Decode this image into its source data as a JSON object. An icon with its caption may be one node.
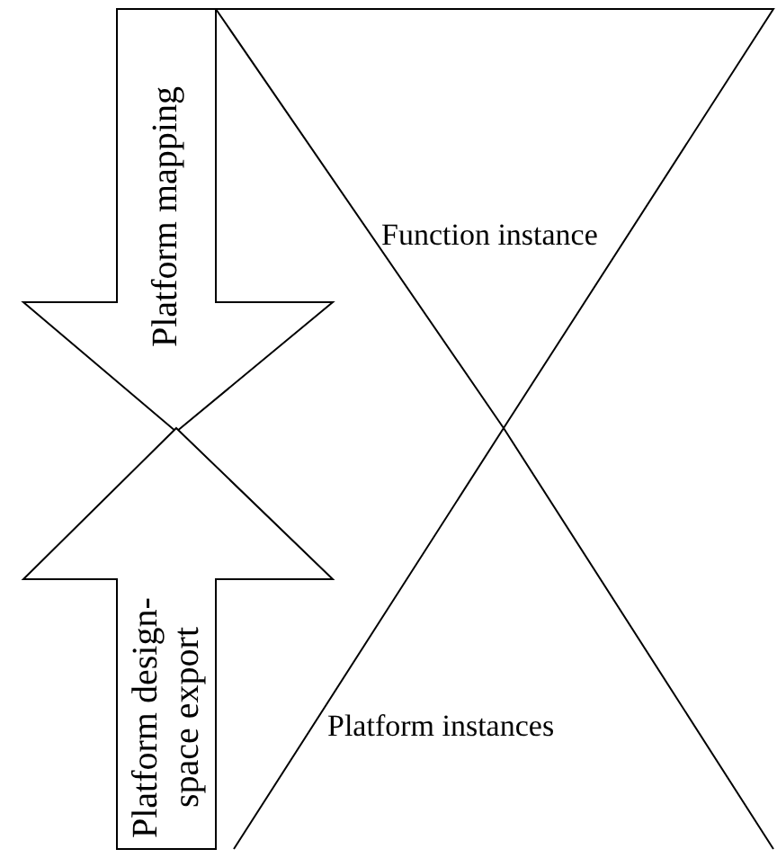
{
  "diagram": {
    "nodes": [
      {
        "text": [
          "Platform mapping"
        ]
      },
      {
        "text": [
          "Platform design- space export"
        ]
      },
      {
        "text": [
          "Function instance"
        ]
      },
      {
        "text": [
          "Platform instances"
        ]
      }
    ]
  }
}
